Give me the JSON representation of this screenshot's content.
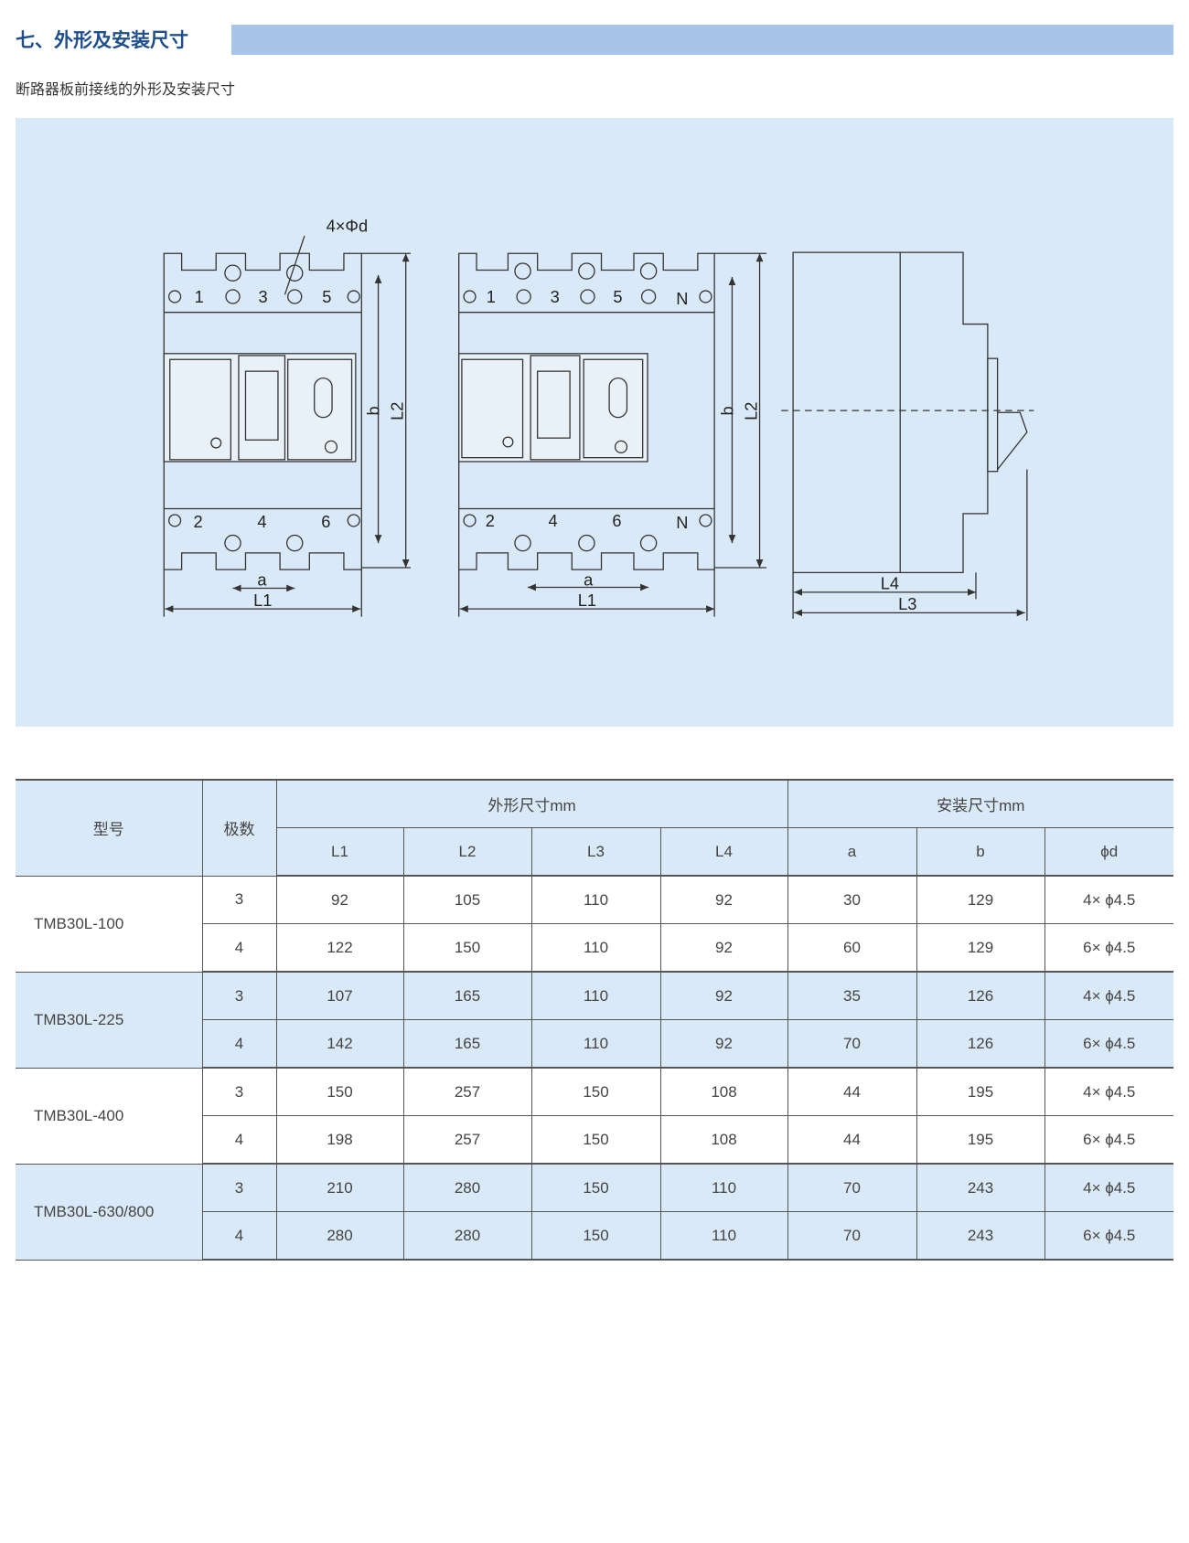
{
  "section_title": "七、外形及安装尺寸",
  "subtitle": "断路器板前接线的外形及安装尺寸",
  "diagram": {
    "hole_label": "4×Φd",
    "top_terminals_3p": [
      "1",
      "3",
      "5"
    ],
    "bottom_terminals_3p": [
      "2",
      "4",
      "6"
    ],
    "top_terminals_4p": [
      "1",
      "3",
      "5",
      "N"
    ],
    "bottom_terminals_4p": [
      "2",
      "4",
      "6",
      "N"
    ],
    "dim_a": "a",
    "dim_b": "b",
    "dim_L1": "L1",
    "dim_L2": "L2",
    "dim_L3": "L3",
    "dim_L4": "L4"
  },
  "table": {
    "col_model": "型号",
    "col_poles": "极数",
    "group_outline": "外形尺寸mm",
    "group_install": "安装尺寸mm",
    "sub_headers": [
      "L1",
      "L2",
      "L3",
      "L4",
      "a",
      "b",
      "ϕd"
    ],
    "rows": [
      {
        "model": "TMB30L-100",
        "poles": "3",
        "vals": [
          "92",
          "105",
          "110",
          "92",
          "30",
          "129",
          "4× ϕ4.5"
        ]
      },
      {
        "model": "TMB30L-100",
        "poles": "4",
        "vals": [
          "122",
          "150",
          "110",
          "92",
          "60",
          "129",
          "6× ϕ4.5"
        ]
      },
      {
        "model": "TMB30L-225",
        "poles": "3",
        "vals": [
          "107",
          "165",
          "110",
          "92",
          "35",
          "126",
          "4× ϕ4.5"
        ]
      },
      {
        "model": "TMB30L-225",
        "poles": "4",
        "vals": [
          "142",
          "165",
          "110",
          "92",
          "70",
          "126",
          "6× ϕ4.5"
        ]
      },
      {
        "model": "TMB30L-400",
        "poles": "3",
        "vals": [
          "150",
          "257",
          "150",
          "108",
          "44",
          "195",
          "4× ϕ4.5"
        ]
      },
      {
        "model": "TMB30L-400",
        "poles": "4",
        "vals": [
          "198",
          "257",
          "150",
          "108",
          "44",
          "195",
          "6× ϕ4.5"
        ]
      },
      {
        "model": "TMB30L-630/800",
        "poles": "3",
        "vals": [
          "210",
          "280",
          "150",
          "110",
          "70",
          "243",
          "4× ϕ4.5"
        ]
      },
      {
        "model": "TMB30L-630/800",
        "poles": "4",
        "vals": [
          "280",
          "280",
          "150",
          "110",
          "70",
          "243",
          "6× ϕ4.5"
        ]
      }
    ]
  }
}
